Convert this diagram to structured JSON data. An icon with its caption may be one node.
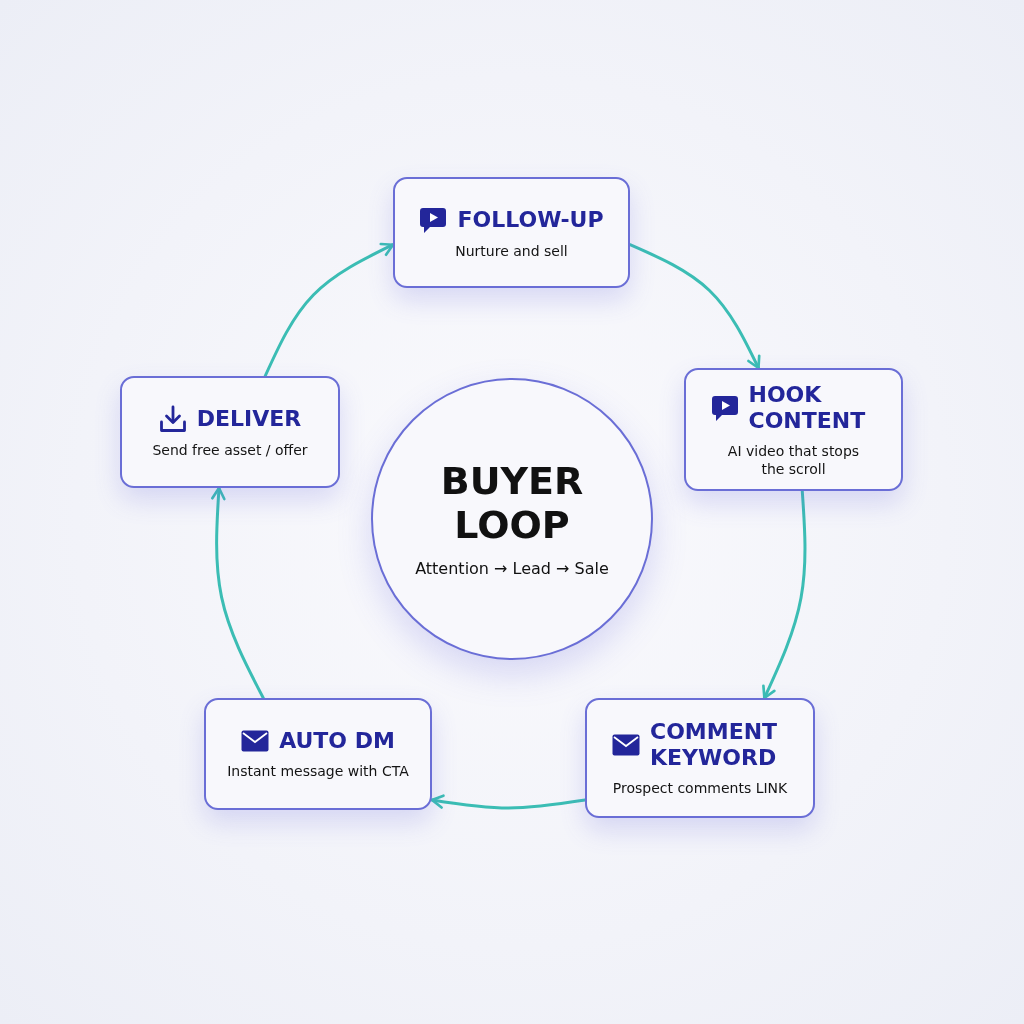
{
  "diagram": {
    "nodes": [
      {
        "text": [
          "FOLLOW-UP",
          "Nurture and sell"
        ]
      },
      {
        "text": [
          "DELIVER",
          "Send free asset / offer"
        ]
      },
      {
        "text": [
          "BUYER LOOP",
          "Attention → Lead → Sale"
        ]
      },
      {
        "text": [
          "HOOK CONTENT",
          "AI video that stops the scroll"
        ]
      },
      {
        "text": [
          "AUTO DM",
          "Instant message with CTA"
        ]
      },
      {
        "text": [
          "COMMENT KEYWORD",
          "Prospect comments LINK"
        ]
      }
    ],
    "edges": [
      {
        "from": 3,
        "to": 5,
        "arrow": "to"
      },
      {
        "from": 5,
        "to": 4,
        "arrow": "to"
      },
      {
        "from": 4,
        "to": 1,
        "arrow": "to"
      },
      {
        "from": 1,
        "to": 0,
        "arrow": "to"
      },
      {
        "from": 0,
        "to": 3,
        "arrow": "to"
      }
    ]
  }
}
